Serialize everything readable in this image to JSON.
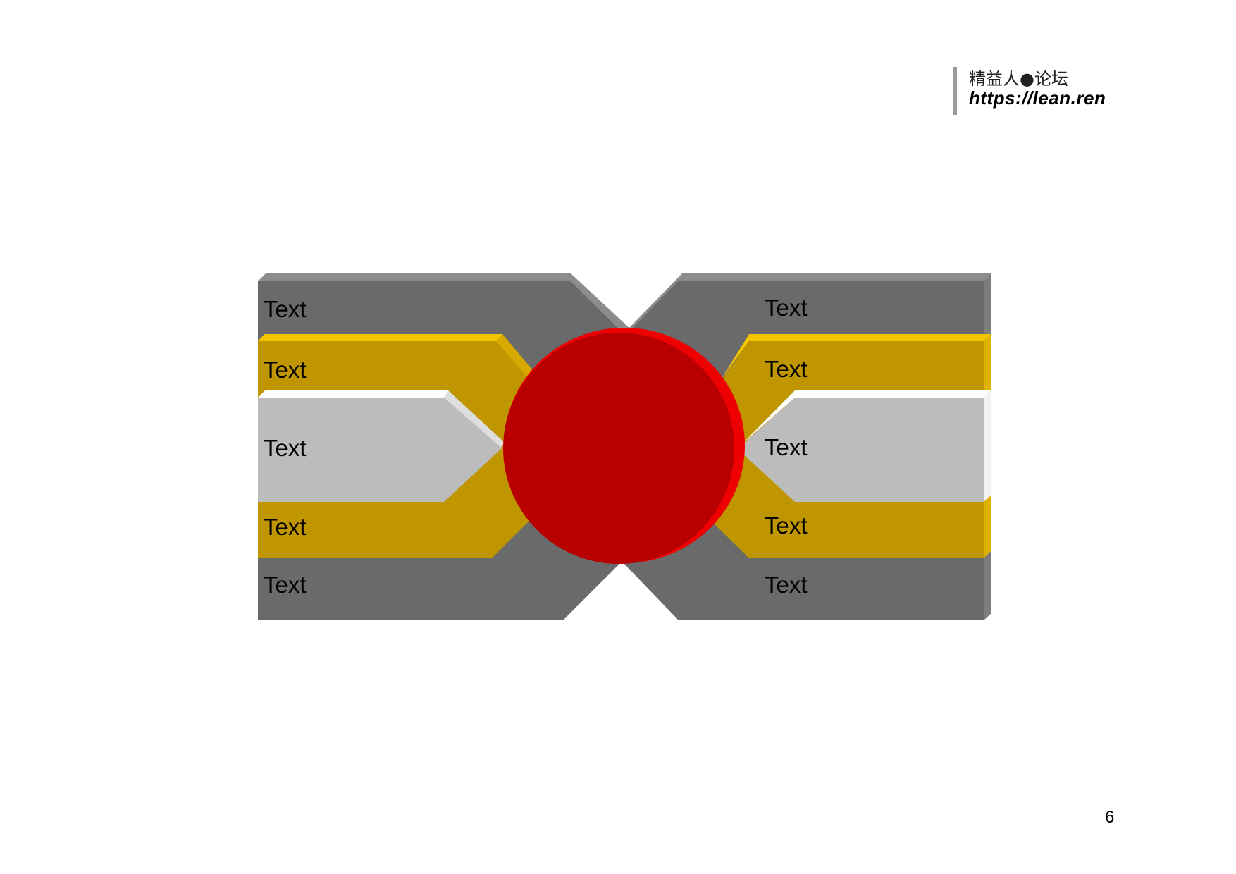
{
  "watermark": {
    "name": "精益人●论坛",
    "url": "https://lean.ren"
  },
  "diagram": {
    "left_labels": [
      "Text",
      "Text",
      "Text",
      "Text",
      "Text"
    ],
    "right_labels": [
      "Text",
      "Text",
      "Text",
      "Text",
      "Text"
    ],
    "colors": {
      "dark_band": "#6a6a6a",
      "dark_band_top": "#8c8c8c",
      "gold_band": "#bf9600",
      "gold_band_top": "#f5c400",
      "silver_band": "#bcbcbc",
      "silver_band_top": "#ffffff",
      "circle": "#b80000",
      "circle_rim": "#ee0000"
    }
  },
  "page_number": "6"
}
